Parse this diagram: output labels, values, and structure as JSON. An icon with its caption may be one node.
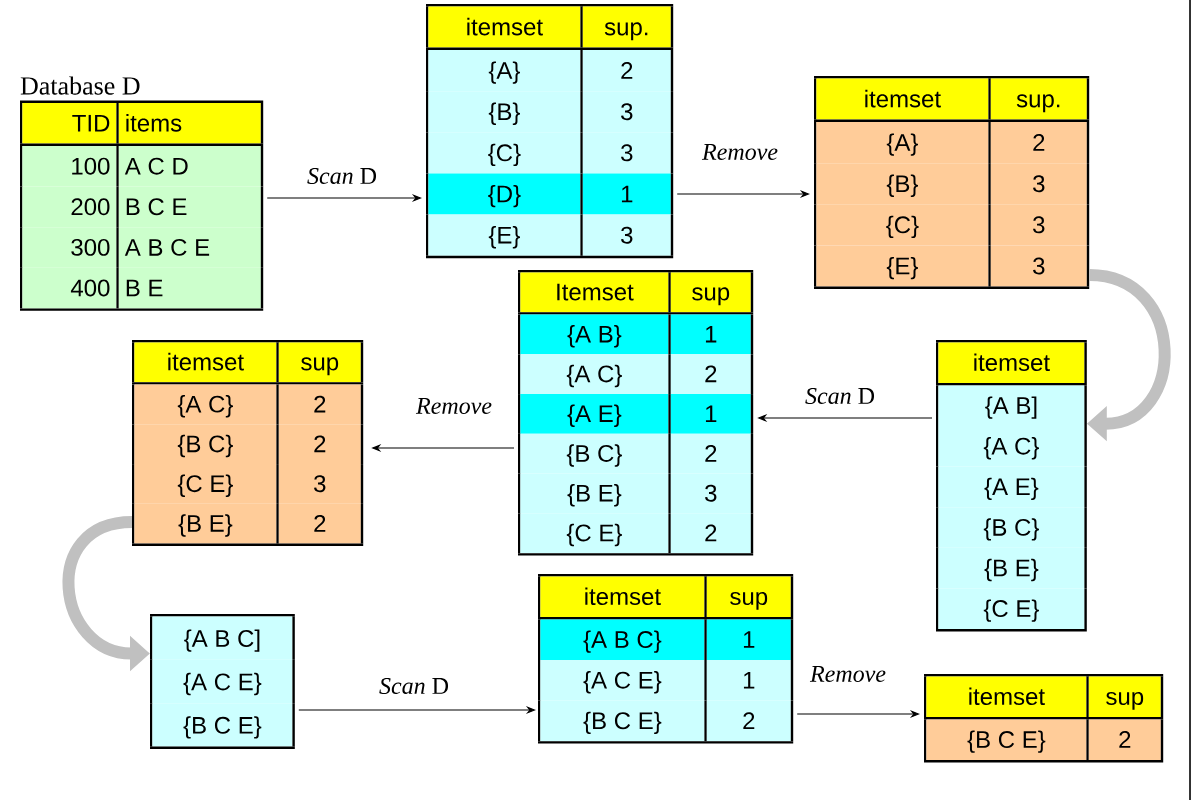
{
  "diagram": {
    "nodes": [
      {
        "text": [
          "Database D",
          "TID",
          "items",
          "100",
          "A C D",
          "200",
          "B C E",
          "300",
          "A B C E",
          "400",
          "B E"
        ]
      },
      {
        "text": [
          "itemset",
          "sup.",
          "{A}",
          "2",
          "{B}",
          "3",
          "{C}",
          "3",
          "{D}",
          "1",
          "{E}",
          "3"
        ]
      },
      {
        "text": [
          "itemset",
          "sup.",
          "{A}",
          "2",
          "{B}",
          "3",
          "{C}",
          "3",
          "{E}",
          "3"
        ]
      },
      {
        "text": [
          "itemset",
          "{A B]",
          "{A C}",
          "{A E}",
          "{B C}",
          "{B E}",
          "{C E}"
        ]
      },
      {
        "text": [
          "Itemset",
          "sup",
          "{A B}",
          "1",
          "{A C}",
          "2",
          "{A E}",
          "1",
          "{B C}",
          "2",
          "{B E}",
          "3",
          "{C E}",
          "2"
        ]
      },
      {
        "text": [
          "itemset",
          "sup",
          "{A C}",
          "2",
          "{B C}",
          "2",
          "{C E}",
          "3",
          "{B E}",
          "2"
        ]
      },
      {
        "text": [
          "{A B C]",
          "{A C E}",
          "{B C E}"
        ]
      },
      {
        "text": [
          "itemset",
          "sup",
          "{A B C}",
          "1",
          "{A C E}",
          "1",
          "{B C E}",
          "2"
        ]
      },
      {
        "text": [
          "itemset",
          "sup",
          "{B C E}",
          "2"
        ]
      }
    ],
    "edges": [
      {
        "from": 0,
        "to": 1,
        "arrow": "to",
        "label": "*Scan* D"
      },
      {
        "from": 1,
        "to": 2,
        "arrow": "to",
        "label": "Remove"
      },
      {
        "from": 2,
        "to": 3,
        "arrow": "to",
        "style": "thick",
        "color": "#c0c0c0"
      },
      {
        "from": 3,
        "to": 4,
        "arrow": "to",
        "label": "*Scan* D"
      },
      {
        "from": 4,
        "to": 5,
        "arrow": "to",
        "label": "Remove"
      },
      {
        "from": 5,
        "to": 6,
        "arrow": "to",
        "style": "thick",
        "color": "#c0c0c0"
      },
      {
        "from": 6,
        "to": 7,
        "arrow": "to",
        "label": "*Scan* D"
      },
      {
        "from": 7,
        "to": 8,
        "arrow": "to",
        "label": "Remove"
      }
    ]
  }
}
